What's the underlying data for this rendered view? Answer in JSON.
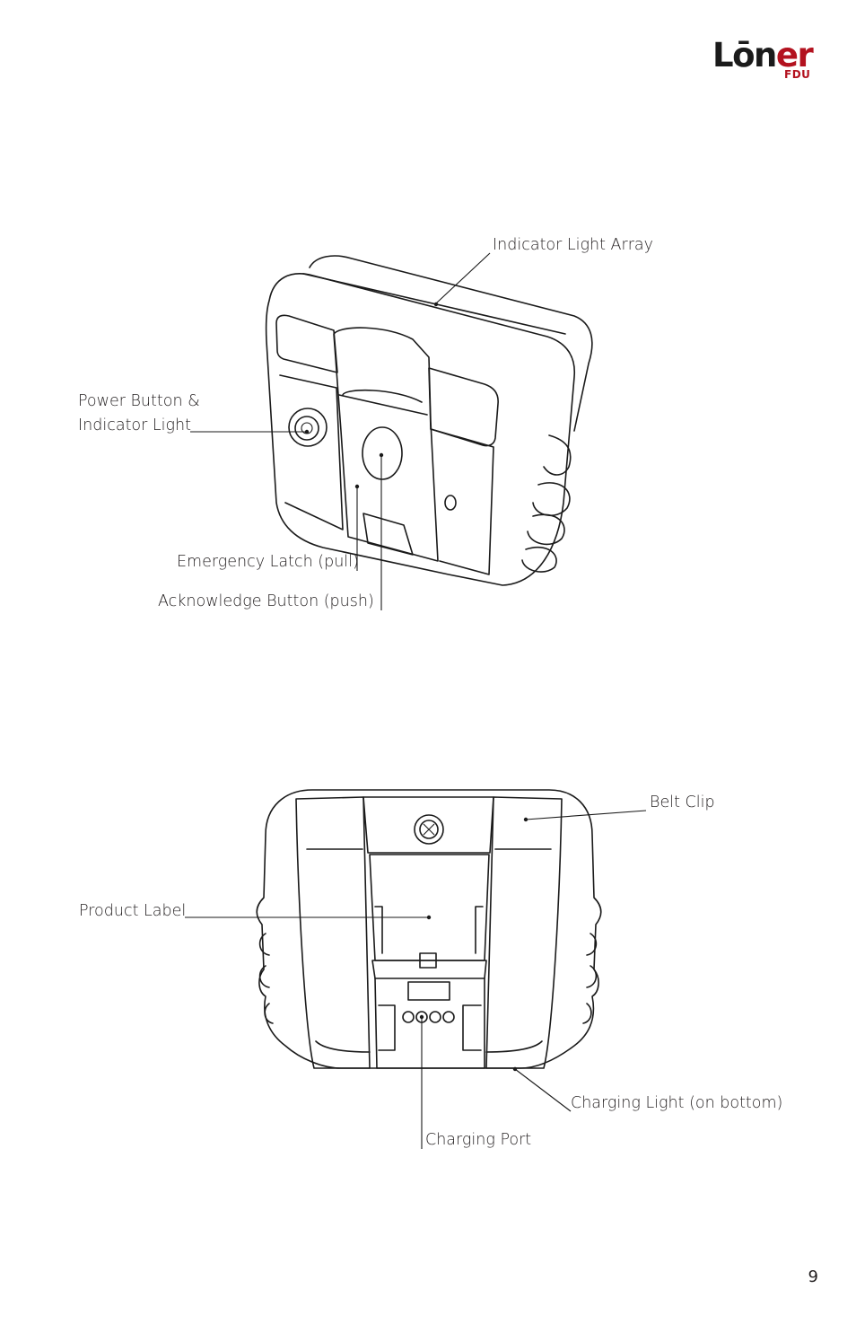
{
  "logo": {
    "word_main": "Lōn",
    "word_accent": "er",
    "subtitle": "FDU"
  },
  "colors": {
    "brand_red": "#b3121f",
    "ink": "#231f20"
  },
  "callouts_top": {
    "indicator_light_array": "Indicator Light Array",
    "power_button_line1": "Power Button &",
    "power_button_line2": "Indicator Light",
    "emergency_latch": "Emergency Latch (pull)",
    "acknowledge_button": "Acknowledge Button (push)"
  },
  "callouts_bottom": {
    "belt_clip": "Belt Clip",
    "product_label": "Product Label",
    "charging_light": "Charging Light (on bottom)",
    "charging_port": "Charging Port"
  },
  "page_number": "9"
}
